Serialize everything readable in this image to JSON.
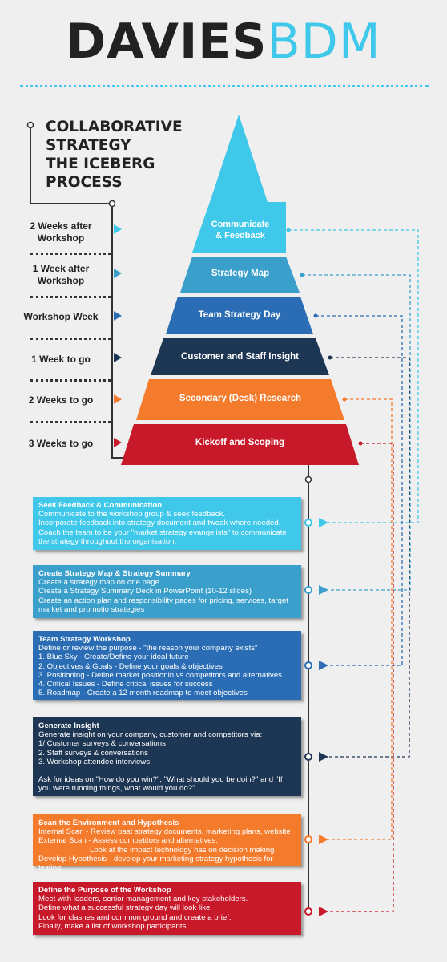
{
  "header": {
    "logo_part1": "DAVIES",
    "logo_part2": "BDM"
  },
  "title": "COLLABORATIVE\nSTRATEGY\nTHE ICEBERG\nPROCESS",
  "colors": {
    "light_blue": "#40c8ea",
    "mid_blue": "#3a9fcb",
    "blue": "#2a6db4",
    "navy": "#1d3654",
    "orange": "#f47a2c",
    "red": "#c8192b"
  },
  "timeline": [
    {
      "label": "2 Weeks after Workshop"
    },
    {
      "label": "1 Week after Workshop"
    },
    {
      "label": "Workshop Week"
    },
    {
      "label": "1 Week to go"
    },
    {
      "label": "2 Weeks to go"
    },
    {
      "label": "3 Weeks to go"
    }
  ],
  "pyramid": [
    {
      "label": "Communicate\n& Feedback"
    },
    {
      "label": "Strategy Map"
    },
    {
      "label": "Team Strategy Day"
    },
    {
      "label": "Customer and Staff Insight"
    },
    {
      "label": "Secondary (Desk) Research"
    },
    {
      "label": "Kickoff and Scoping"
    }
  ],
  "cards": [
    {
      "title": "Seek Feedback & Communication",
      "lines": [
        "Communicate to the workshop group & seek feedback.",
        "Incorporate feedback into strategy document and tweak where needed.",
        "Coach the team to be your \"market strategy evangelists\" to communicate the strategy throughout the organisation."
      ]
    },
    {
      "title": "Create Strategy Map & Strategy Summary",
      "lines": [
        "Create a strategy map on one page",
        "Create a Strategy Summary Deck in PowerPoint (10-12 slides)",
        "Create an action plan and responsibility pages for pricing, services, target market and promotio strategies"
      ]
    },
    {
      "title": "Team Strategy Workshop",
      "lines": [
        "Define or review the purpose - \"the reason your company exists\"",
        "1. Blue Sky - Create/Define your ideal future",
        "2. Objectives & Goals - Define your goals & objectives",
        "3. Positioning - Define market positionin vs competitors and alternatives",
        "4. Critical Issues - Define critical issues for success",
        "5. Roadmap - Create a 12 month roadmap to meet objectives"
      ]
    },
    {
      "title": "Generate Insight",
      "lines": [
        "Generate insight on your company, customer and competitors via:",
        "1/ Customer surveys & conversations",
        "2. Staff surveys & conversations",
        "3. Workshop attendee interviews",
        "",
        "Ask for ideas on \"How do you win?\", \"What should you be doin?\" and \"If you were running things, what would you do?\""
      ]
    },
    {
      "title": "Scan the Environment and Hypothesis",
      "lines": [
        "Internal Scan - Review past strategy documents, marketing plans, website",
        "External Scan - Assess competitors and alternatives.",
        "                        Look at the impact technology has on decision making",
        "Develop Hypothesis - develop your marketing strategy hypothesis for testing"
      ]
    },
    {
      "title": "Define the Purpose of the Workshop",
      "lines": [
        "Meet with leaders, senior management and key stakeholders.",
        "Define what a successful strategy day will look like.",
        "Look for clashes and common ground and create a brief.",
        "Finally, make a list of workshop participants."
      ]
    }
  ]
}
